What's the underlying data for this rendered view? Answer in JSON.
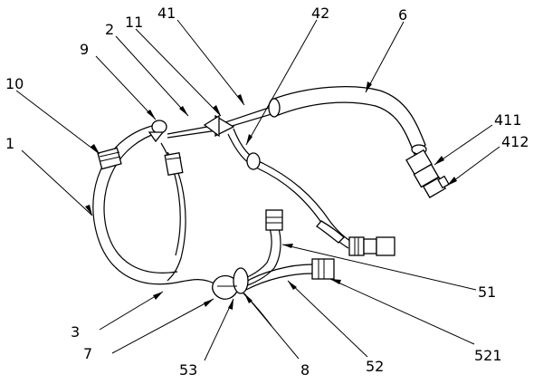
{
  "figure": {
    "labels": {
      "l1": "1",
      "l2": "2",
      "l3": "3",
      "l6": "6",
      "l7": "7",
      "l8": "8",
      "l9": "9",
      "l10": "10",
      "l11": "11",
      "l41": "41",
      "l42": "42",
      "l51": "51",
      "l52": "52",
      "l53": "53",
      "l411": "411",
      "l412": "412",
      "l521": "521"
    },
    "colors": {
      "ink": "#000000",
      "paper": "#ffffff"
    }
  }
}
